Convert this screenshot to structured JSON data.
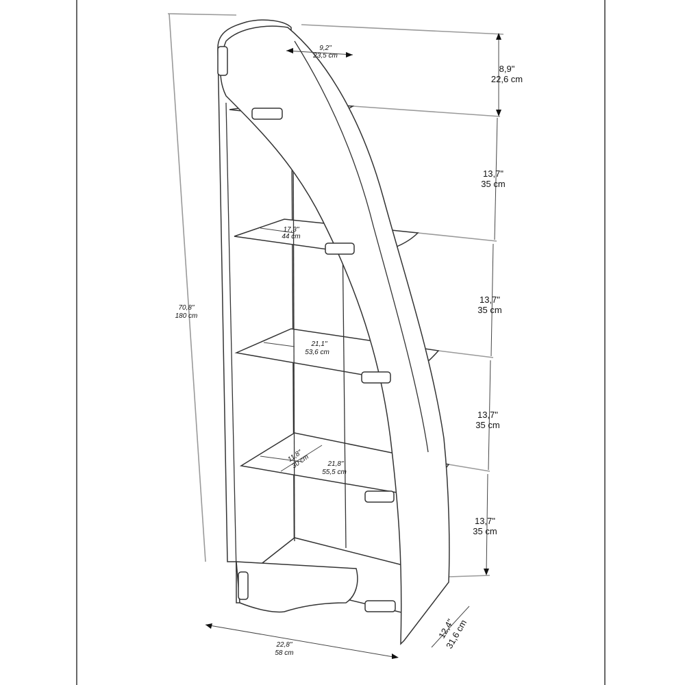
{
  "title": "Bookshelf dimensions diagram",
  "dimensions": {
    "overall_height": {
      "in": "70,8\"",
      "cm": "180 cm"
    },
    "overall_width": {
      "in": "22,8\"",
      "cm": "58 cm"
    },
    "overall_depth": {
      "in": "12,4\"",
      "cm": "31,6 cm"
    },
    "top_shelf_depth": {
      "in": "9,2\"",
      "cm": "23,5 cm"
    },
    "top_section_height": {
      "in": "8,9\"",
      "cm": "22,6 cm"
    },
    "section_heights": [
      {
        "in": "13,7\"",
        "cm": "35 cm"
      },
      {
        "in": "13,7\"",
        "cm": "35 cm"
      },
      {
        "in": "13,7\"",
        "cm": "35 cm"
      },
      {
        "in": "13,7\"",
        "cm": "35 cm"
      }
    ],
    "shelf_2_width": {
      "in": "17,3\"",
      "cm": "44 cm"
    },
    "shelf_3_width": {
      "in": "21,1\"",
      "cm": "53,6 cm"
    },
    "shelf_4_width": {
      "in": "21,8\"",
      "cm": "55,5 cm"
    },
    "shelf_4_depth": {
      "in": "11,8\"",
      "cm": "30 cm"
    }
  }
}
